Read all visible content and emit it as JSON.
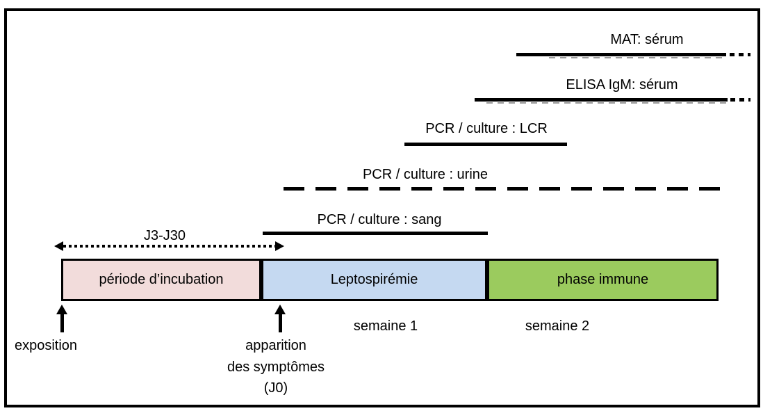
{
  "tests": [
    {
      "label": "MAT: sérum",
      "sample": "sérum",
      "line_style": "solid then dotted"
    },
    {
      "label": "ELISA IgM: sérum",
      "sample": "sérum",
      "line_style": "solid then dotted"
    },
    {
      "label": "PCR / culture : LCR",
      "sample": "LCR",
      "line_style": "solid"
    },
    {
      "label": "PCR / culture : urine",
      "sample": "urine",
      "line_style": "dashed"
    },
    {
      "label": "PCR / culture : sang",
      "sample": "sang",
      "line_style": "solid"
    }
  ],
  "incubation_window": {
    "label": "J3-J30"
  },
  "phases": [
    {
      "label": "période d’incubation",
      "color": "#f2dcdb"
    },
    {
      "label": "Leptospirémie",
      "color": "#c5d9f1"
    },
    {
      "label": "phase immune",
      "color": "#9bcb5e"
    }
  ],
  "events": {
    "exposure_label": "exposition",
    "symptom_onset_lines": [
      "apparition",
      "des symptômes",
      "(J0)"
    ]
  },
  "weeks": [
    {
      "label": "semaine 1"
    },
    {
      "label": "semaine 2"
    }
  ],
  "colors": {
    "line": "#000000",
    "border": "#000000",
    "background": "#ffffff"
  }
}
